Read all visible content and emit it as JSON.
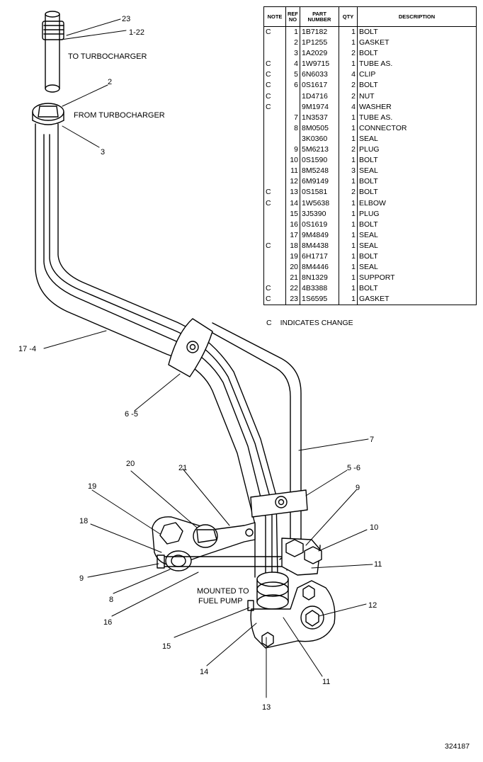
{
  "table": {
    "headers": {
      "note": "NOTE",
      "ref": "REF NO",
      "part": "PART NUMBER",
      "qty": "QTY",
      "desc": "DESCRIPTION"
    },
    "rows": [
      {
        "note": "C",
        "ref": "1",
        "part": "1B7182",
        "qty": "1",
        "desc": "BOLT"
      },
      {
        "note": "",
        "ref": "2",
        "part": "1P1255",
        "qty": "1",
        "desc": "GASKET"
      },
      {
        "note": "",
        "ref": "3",
        "part": "1A2029",
        "qty": "2",
        "desc": "BOLT"
      },
      {
        "note": "C",
        "ref": "4",
        "part": "1W9715",
        "qty": "1",
        "desc": "TUBE AS."
      },
      {
        "note": "C",
        "ref": "5",
        "part": "6N6033",
        "qty": "4",
        "desc": "CLIP"
      },
      {
        "note": "C",
        "ref": "6",
        "part": "0S1617",
        "qty": "2",
        "desc": "BOLT"
      },
      {
        "note": "C",
        "ref": "",
        "part": "1D4716",
        "qty": "2",
        "desc": "NUT"
      },
      {
        "note": "C",
        "ref": "",
        "part": "9M1974",
        "qty": "4",
        "desc": "WASHER"
      },
      {
        "note": "",
        "ref": "7",
        "part": "1N3537",
        "qty": "1",
        "desc": "TUBE AS."
      },
      {
        "note": "",
        "ref": "8",
        "part": "8M0505",
        "qty": "1",
        "desc": "CONNECTOR"
      },
      {
        "note": "",
        "ref": "",
        "part": "3K0360",
        "qty": "1",
        "desc": "SEAL"
      },
      {
        "note": "",
        "ref": "9",
        "part": "5M6213",
        "qty": "2",
        "desc": "PLUG"
      },
      {
        "note": "",
        "ref": "10",
        "part": "0S1590",
        "qty": "1",
        "desc": "BOLT"
      },
      {
        "note": "",
        "ref": "11",
        "part": "8M5248",
        "qty": "3",
        "desc": "SEAL"
      },
      {
        "note": "",
        "ref": "12",
        "part": "6M9149",
        "qty": "1",
        "desc": "BOLT"
      },
      {
        "note": "C",
        "ref": "13",
        "part": "0S1581",
        "qty": "2",
        "desc": "BOLT"
      },
      {
        "note": "C",
        "ref": "14",
        "part": "1W5638",
        "qty": "1",
        "desc": "ELBOW"
      },
      {
        "note": "",
        "ref": "15",
        "part": "3J5390",
        "qty": "1",
        "desc": "PLUG"
      },
      {
        "note": "",
        "ref": "16",
        "part": "0S1619",
        "qty": "1",
        "desc": "BOLT"
      },
      {
        "note": "",
        "ref": "17",
        "part": "9M4849",
        "qty": "1",
        "desc": "SEAL"
      },
      {
        "note": "C",
        "ref": "18",
        "part": "8M4438",
        "qty": "1",
        "desc": "SEAL"
      },
      {
        "note": "",
        "ref": "19",
        "part": "6H1717",
        "qty": "1",
        "desc": "BOLT"
      },
      {
        "note": "",
        "ref": "20",
        "part": "8M4446",
        "qty": "1",
        "desc": "SEAL"
      },
      {
        "note": "",
        "ref": "21",
        "part": "8N1329",
        "qty": "1",
        "desc": "SUPPORT"
      },
      {
        "note": "C",
        "ref": "22",
        "part": "4B3388",
        "qty": "1",
        "desc": "BOLT"
      },
      {
        "note": "C",
        "ref": "23",
        "part": "1S6595",
        "qty": "1",
        "desc": "GASKET"
      }
    ]
  },
  "legend": {
    "symbol": "C",
    "text": "INDICATES CHANGE"
  },
  "figure_id": "324187",
  "diagram": {
    "notes": {
      "to_turbo": "TO TURBOCHARGER",
      "from_turbo": "FROM TURBOCHARGER",
      "mounted_1": "MOUNTED TO",
      "mounted_2": "FUEL PUMP"
    },
    "callouts": {
      "c23": "23",
      "c1_22": "1-22",
      "c2": "2",
      "c3": "3",
      "c17_4": "17 -4",
      "c6_5": "6 -5",
      "c7": "7",
      "c5_6": "5 -6",
      "c20": "20",
      "c21": "21",
      "c19": "19",
      "c18": "18",
      "c9a": "9",
      "c10": "10",
      "c11a": "11",
      "c9b": "9",
      "c8": "8",
      "c12": "12",
      "c16": "16",
      "c15": "15",
      "c14": "14",
      "c11b": "11",
      "c13": "13"
    }
  }
}
